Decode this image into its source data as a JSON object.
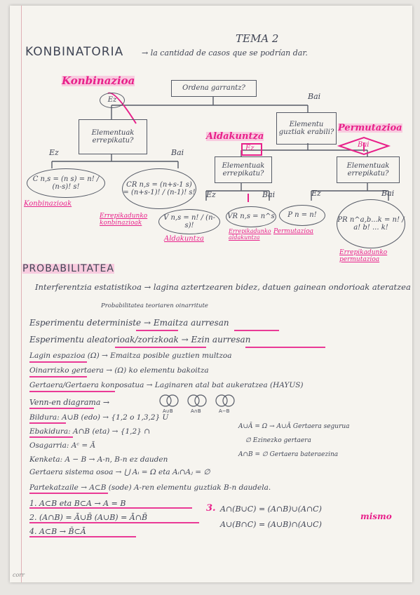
{
  "header": {
    "tema": "TEMA 2",
    "title": "KONBINATORIA",
    "subtitle": "→ la cantidad de casos que se podrían dar."
  },
  "tree": {
    "konbinazioa_label": "Konbinazioa",
    "root": "Ordena garrantz?",
    "ez": "Ez",
    "bai": "Bai",
    "elem_errep": "Elementuak errepikatu?",
    "elem_guztiak": "Elementu guztiak erabili?",
    "aldakuntza_label": "Aldakuntza",
    "permutazioa_label": "Permutazioa",
    "bai_tag": "Bai",
    "kombi_formula": "C n,s = (n s) = n! / (n-s)! s!",
    "kr_formula": "CR n,s = (n+s-1 s) = (n+s-1)! / (n-1)! s!",
    "v_formula": "V n,s = n! / (n-s)!",
    "vr_formula": "VR n,s = n^s",
    "p_formula": "P n = n!",
    "pr_formula": "PR n^a,b...k = n! / a! b! ... k!",
    "lbl_konbinazioak": "Konbinazioak",
    "lbl_errep_konb": "Errepikadunko konbinazioak",
    "lbl_aldakuntza": "Aldakuntza",
    "lbl_errep_ald": "Errepikadunko aldakuntza",
    "lbl_permutazioa": "Permutazioa",
    "lbl_errep_perm": "Errepikadunko permutazioa"
  },
  "prob": {
    "title": "PROBABILITATEA",
    "l1": "Interferentzia estatistikoa → lagina aztertzearen bidez, datuen gainean ondorioak ateratzea",
    "l1b": "Probabilitatea teoriaren oinarritute",
    "l2": "Esperimentu deterministe → Emaitza aurresan",
    "l3": "Esperimentu aleatorioak/zorizkoak → Ezin aurresan",
    "l4": "Lagin espazioa (Ω) → Emaitza posible guztien multzoa",
    "l5": "Oinarrizko gertaera → (Ω) ko elementu bakoitza",
    "l6": "Gertaera/Gertaera konposatua → Laginaren atal bat aukeratzea (HAYUS)",
    "l7": "Venn-en diagrama →",
    "venn1": "A∪B",
    "venn2": "A∩B",
    "venn3": "A−B",
    "l8": "Bildura: A∪B (edo) → {1,2 o 1,3,2} U",
    "l9": "Ebakidura: A∩B (eta) → {1,2} ∩",
    "l10": "Osagarria: Aᶜ = Ā",
    "l11": "Kenketa: A − B → A-n, B-n ez dauden",
    "l12": "Gertaera sistema osoa → ⋃ Aᵢ = Ω eta Aᵢ∩Aⱼ = ∅",
    "l13": "Partekatzaile → A⊂B (sode) A-ren elementu guztiak B-n daudela.",
    "r1": "A∪Ā = Ω → A∪Ā Gertaera segurua",
    "r2": "∅ Ezinezko gertaera",
    "r3": "A∩B = ∅ Gertaera bateraezina",
    "n1": "1. A⊂B eta B⊂A → A = B",
    "n2": "2. (A∩B) = Ā∪B̄   (A∪B) = Ā∩B̄",
    "n3": "3.",
    "n3a": "A∩(B∪C) = (A∩B)∪(A∩C)",
    "n3b": "A∪(B∩C) = (A∪B)∩(A∪C)",
    "mismo": "mismo",
    "n4": "4. A⊂B → B̄⊂Ā"
  },
  "footer": {
    "corner": "corr"
  }
}
